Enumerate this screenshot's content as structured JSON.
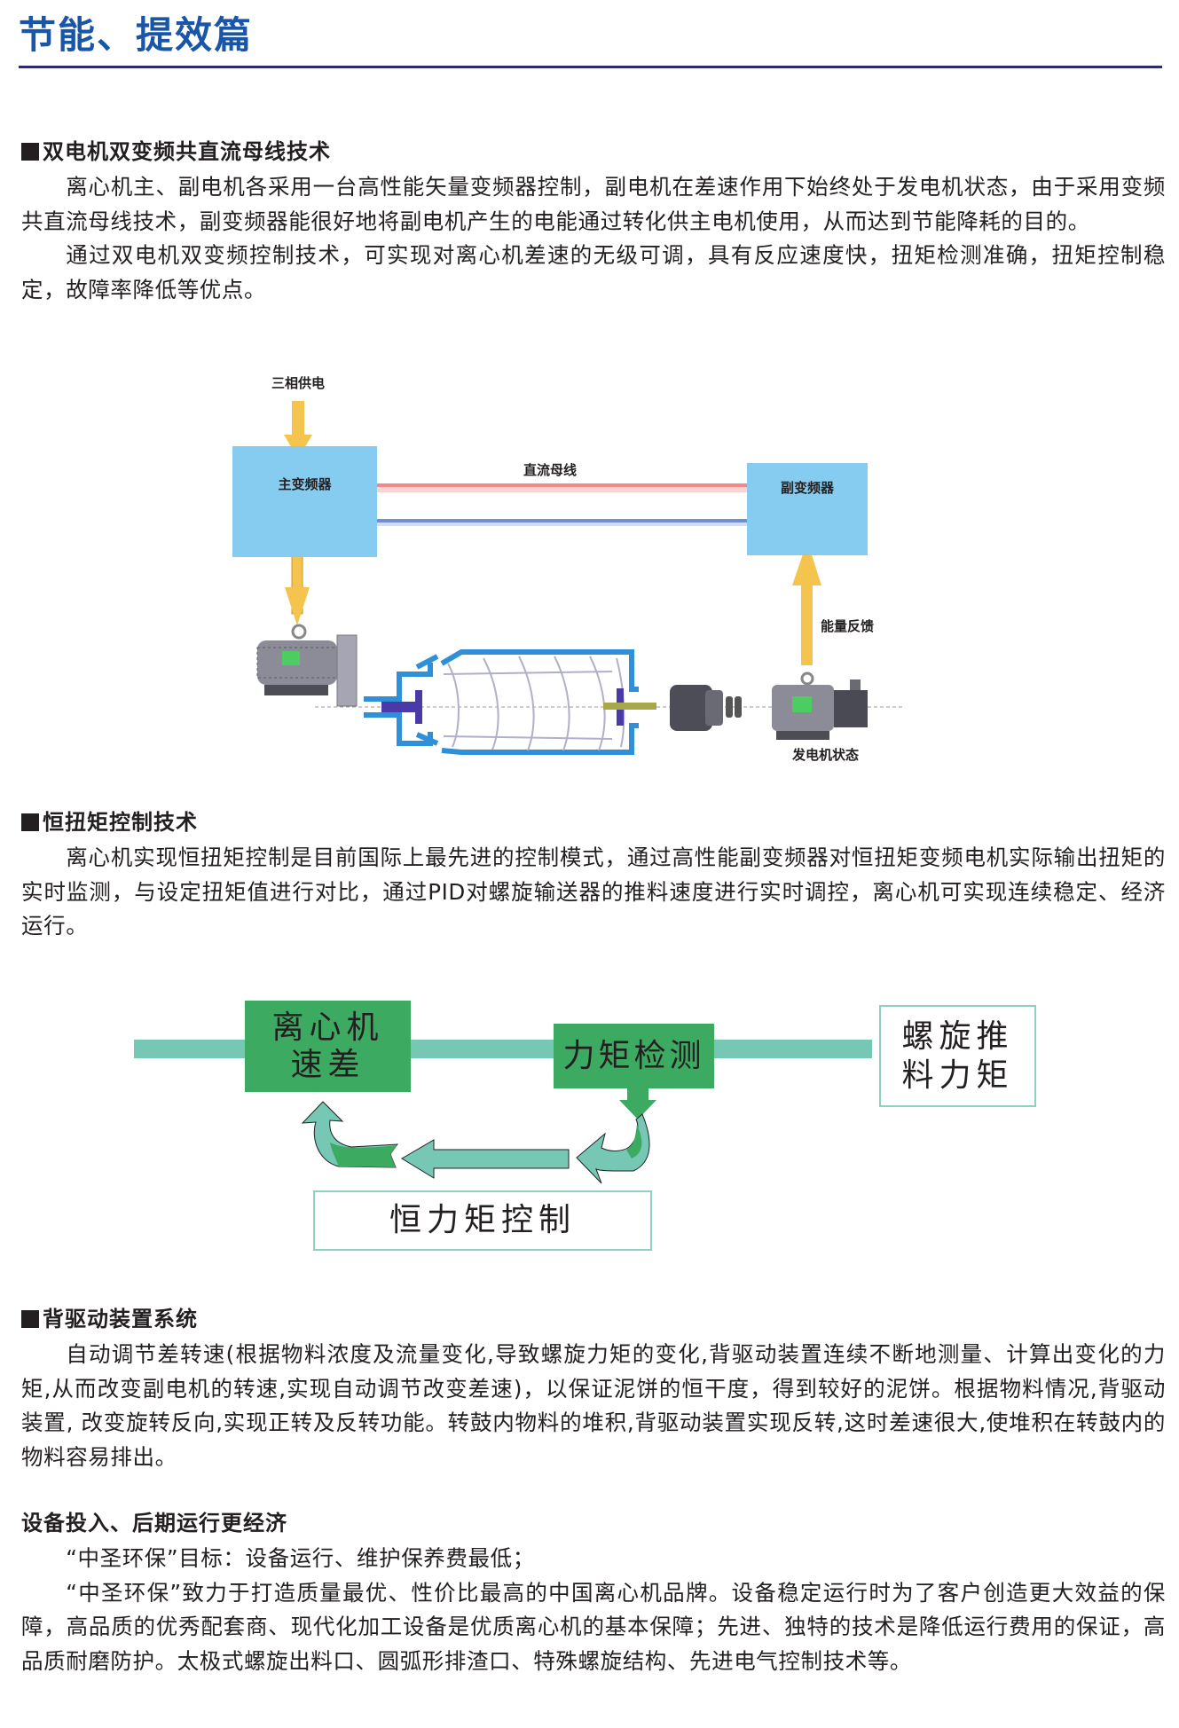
{
  "page": {
    "title": "节能、提效篇"
  },
  "sections": [
    {
      "heading": "双电机双变频共直流母线技术",
      "paragraphs": [
        "离心机主、副电机各采用一台高性能矢量变频器控制，副电机在差速作用下始终处于发电机状态，由于采用变频共直流母线技术，副变频器能很好地将副电机产生的电能通过转化供主电机使用，从而达到节能降耗的目的。",
        "通过双电机双变频控制技术，可实现对离心机差速的无级可调，具有反应速度快，扭矩检测准确，扭矩控制稳定，故障率降低等优点。"
      ]
    },
    {
      "heading": "恒扭矩控制技术",
      "paragraphs": [
        "离心机实现恒扭矩控制是目前国际上最先进的控制模式，通过高性能副变频器对恒扭矩变频电机实际输出扭矩的实时监测，与设定扭矩值进行对比，通过PID对螺旋输送器的推料速度进行实时调控，离心机可实现连续稳定、经济运行。"
      ]
    },
    {
      "heading": "背驱动装置系统",
      "paragraphs": [
        "自动调节差转速(根据物料浓度及流量变化,导致螺旋力矩的变化,背驱动装置连续不断地测量、计算出变化的力矩,从而改变副电机的转速,实现自动调节改变差速)，以保证泥饼的恒干度，得到较好的泥饼。根据物料情况,背驱动装置, 改变旋转反向,实现正转及反转功能。转鼓内物料的堆积,背驱动装置实现反转,这时差速很大,使堆积在转鼓内的物料容易排出。"
      ]
    },
    {
      "heading": "设备投入、后期运行更经济",
      "paragraphs": [
        "“中圣环保”目标：设备运行、维护保养费最低；",
        "“中圣环保”致力于打造质量最优、性价比最高的中国离心机品牌。设备稳定运行时为了客户创造更大效益的保障，高品质的优秀配套商、现代化加工设备是优质离心机的基本保障；先进、独特的技术是降低运行费用的保证，高品质耐磨防护。太极式螺旋出料口、圆弧形排渣口、特殊螺旋结构、先进电气控制技术等。"
      ]
    }
  ],
  "diagram_bus": {
    "supply_label": "三相供电",
    "main_vfd_label": "主变频器",
    "dc_bus_label": "直流母线",
    "aux_vfd_label": "副变频器",
    "feedback_label": "能量反馈",
    "generator_label": "发电机状态",
    "colors": {
      "vfd_box": "#86ccf0",
      "arrow": "#f4c44f",
      "bus_positive": "#f08a8a",
      "bus_negative": "#6f8fd0",
      "bowl": "#2f8fd8"
    }
  },
  "diagram_torque": {
    "speed_diff_label": "离心机速差",
    "speed_diff_lines": [
      "离心机",
      "速差"
    ],
    "torque_detect_label": "力矩检测",
    "screw_torque_lines": [
      "螺旋推",
      "料力矩"
    ],
    "constant_torque_label": "恒力矩控制",
    "colors": {
      "green_box": "#3daa62",
      "flow_bar": "#76c7b4",
      "outline": "#8fd0c0"
    }
  }
}
